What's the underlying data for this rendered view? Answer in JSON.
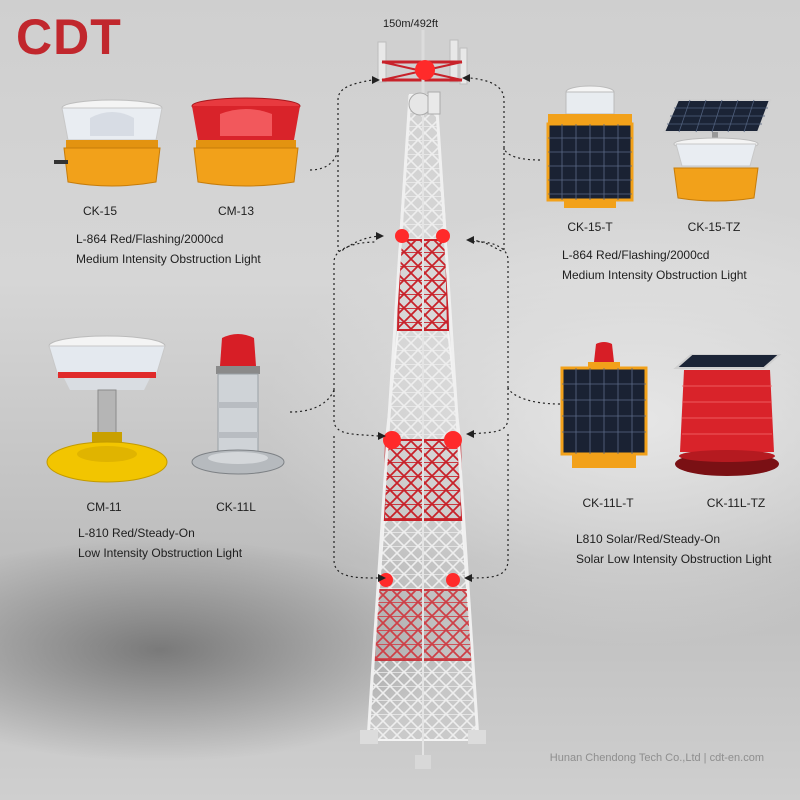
{
  "brand": {
    "logo_text": "CDT"
  },
  "tower": {
    "height_label": "150m/492ft"
  },
  "groups": {
    "top_left": {
      "products": [
        "CK-15",
        "CM-13"
      ],
      "spec": "L-864 Red/Flashing/2000cd",
      "type": "Medium Intensity Obstruction Light"
    },
    "top_right": {
      "products": [
        "CK-15-T",
        "CK-15-TZ"
      ],
      "spec": "L-864 Red/Flashing/2000cd",
      "type": "Medium Intensity Obstruction Light"
    },
    "bottom_left": {
      "products": [
        "CM-11",
        "CK-11L"
      ],
      "spec": "L-810 Red/Steady-On",
      "type": "Low Intensity Obstruction Light"
    },
    "bottom_right": {
      "products": [
        "CK-11L-T",
        "CK-11L-TZ"
      ],
      "spec": "L810 Solar/Red/Steady-On",
      "type": "Solar Low Intensity Obstruction Light"
    }
  },
  "footer": "Hunan Chendong Tech Co.,Ltd | cdt-en.com",
  "colors": {
    "brand_red": "#c1272d",
    "light_red": "#e8141c",
    "housing_orange": "#f2a11a"
  }
}
